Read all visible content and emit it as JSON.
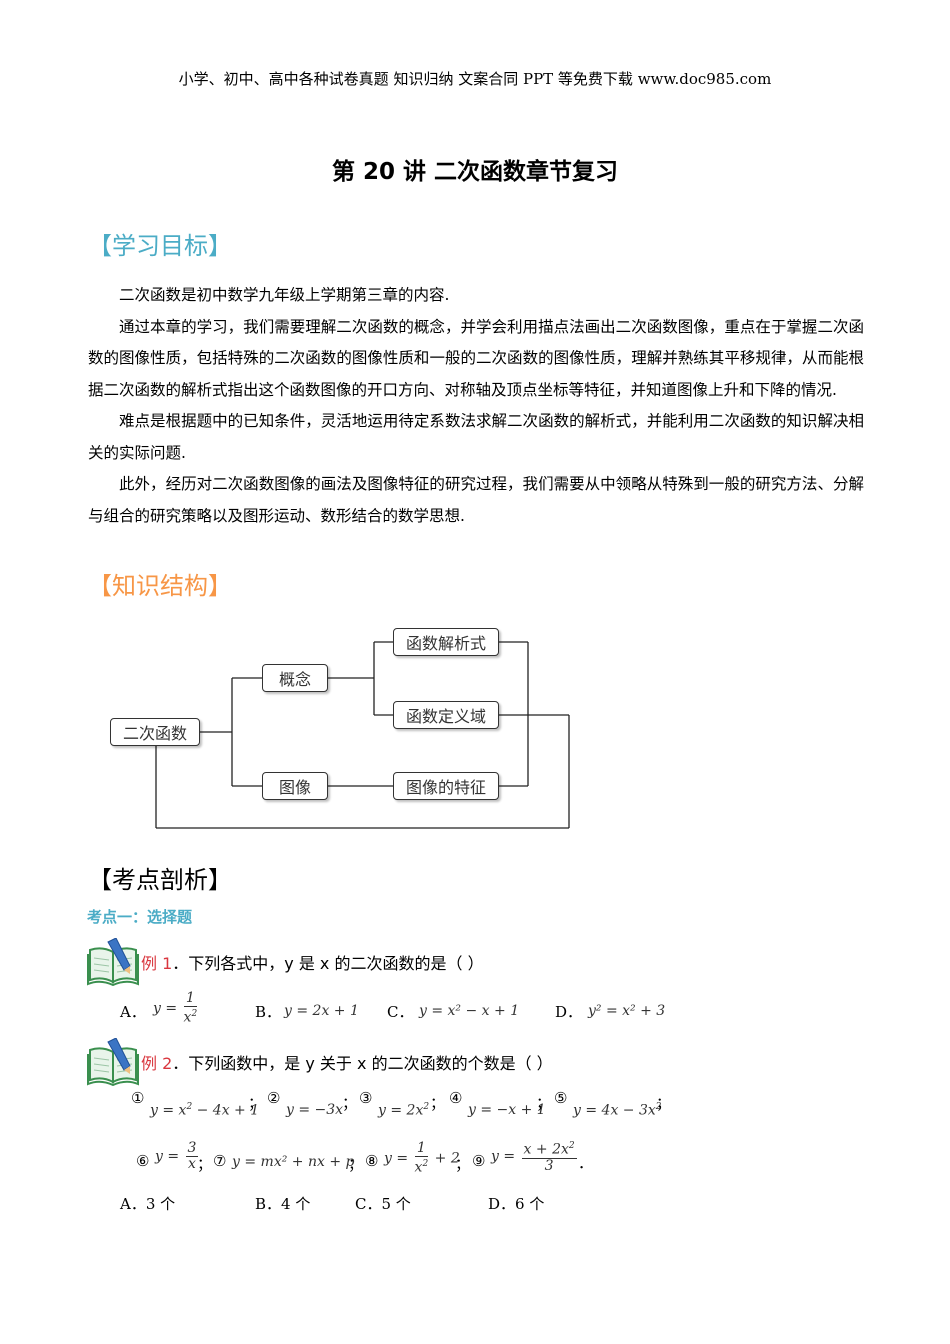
{
  "header": {
    "text": "小学、初中、高中各种试卷真题 知识归纳 文案合同 PPT 等免费下载   www.doc985.com"
  },
  "title": "第 20 讲  二次函数章节复习",
  "goals": {
    "heading": "【学习目标】",
    "paragraphs": [
      "二次函数是初中数学九年级上学期第三章的内容.",
      "通过本章的学习，我们需要理解二次函数的概念，并学会利用描点法画出二次函数图像，重点在于掌握二次函数的图像性质，包括特殊的二次函数的图像性质和一般的二次函数的图像性质，理解并熟练其平移规律，从而能根据二次函数的解析式指出这个函数图像的开口方向、对称轴及顶点坐标等特征，并知道图像上升和下降的情况.",
      "难点是根据题中的已知条件，灵活地运用待定系数法求解二次函数的解析式，并能利用二次函数的知识解决相关的实际问题.",
      "此外，经历对二次函数图像的画法及图像特征的研究过程，我们需要从中领略从特殊到一般的研究方法、分解与组合的研究策略以及图形运动、数形结合的数学思想."
    ]
  },
  "structure": {
    "heading": "【知识结构】",
    "nodes": {
      "root": "二次函数",
      "concept": "概念",
      "image": "图像",
      "analytic": "函数解析式",
      "domain": "函数定义域",
      "features": "图像的特征"
    }
  },
  "analysis": {
    "heading": "【考点剖析】",
    "sub_heading": "考点一：选择题"
  },
  "ex1": {
    "label": "例 1",
    "text": "．下列各式中，y 是 x 的二次函数的是（    ）",
    "options": {
      "A": "A．",
      "B": "B．",
      "C": "C．",
      "D": "D．",
      "A_math_num": "1",
      "A_math_pre": "y =",
      "B_math": "y = 2x + 1",
      "C_math": "y = x² − x + 1",
      "D_math": "y² = x² + 3"
    }
  },
  "ex2": {
    "label": "例 2",
    "text": "．下列函数中，是 y 关于 x 的二次函数的个数是（    ）",
    "items": {
      "c1": "①",
      "c2": "②",
      "c3": "③",
      "c4": "④",
      "c5": "⑤",
      "c6": "⑥",
      "c7": "⑦",
      "c8": "⑧",
      "c9": "⑨",
      "m2": "y = −3x",
      "m4": "y = −x + 1",
      "m7": "y = mx² + nx + p",
      "sep": "；",
      "end": "．"
    },
    "options": {
      "A": "A．3 个",
      "B": "B．4 个",
      "C": "C．5 个",
      "D": "D．6 个"
    }
  }
}
